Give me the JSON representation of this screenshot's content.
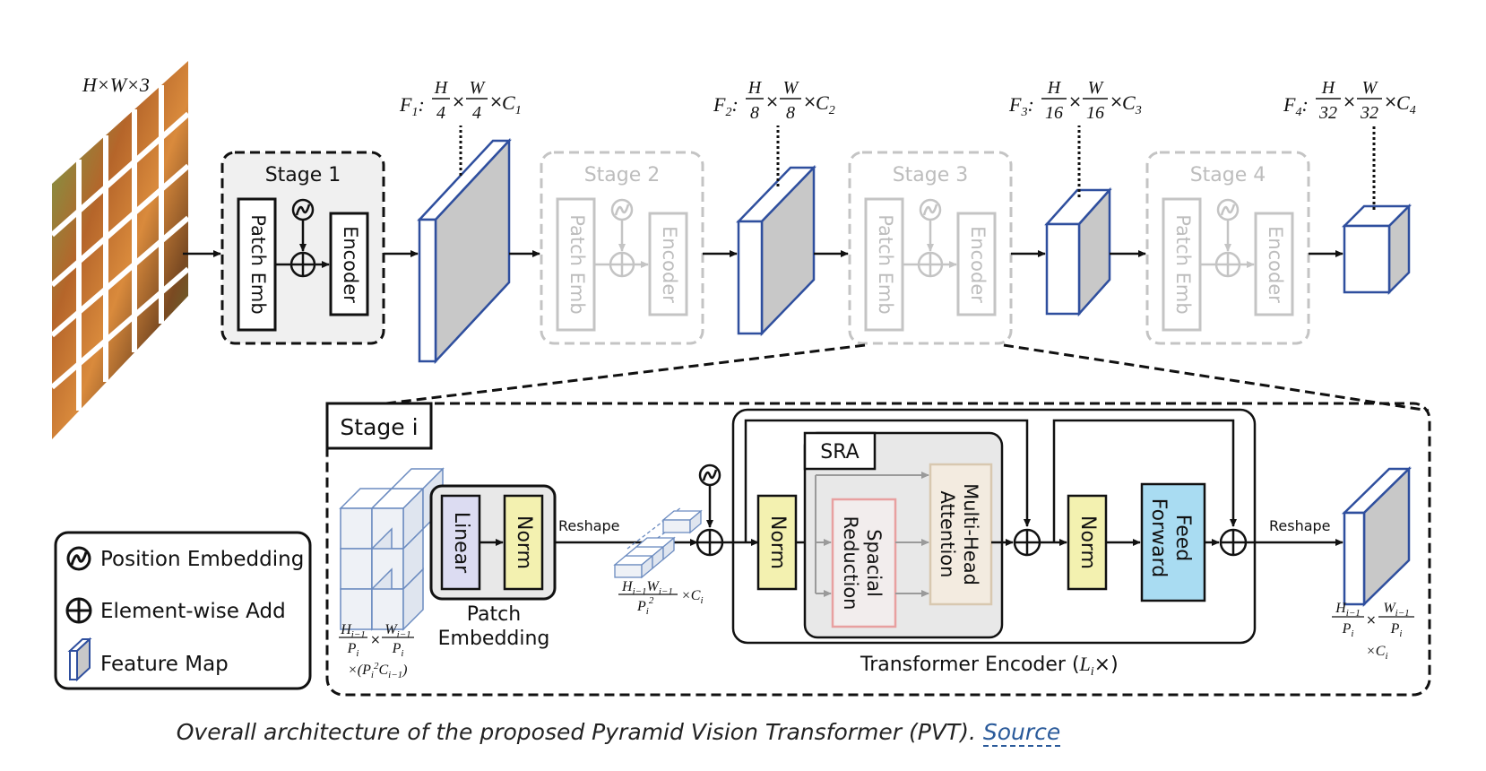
{
  "input": {
    "label": "H×W×3"
  },
  "stages": {
    "s1": {
      "title": "Stage 1",
      "patch": "Patch Emb",
      "encoder": "Encoder"
    },
    "s2": {
      "title": "Stage 2",
      "patch": "Patch Emb",
      "encoder": "Encoder"
    },
    "s3": {
      "title": "Stage 3",
      "patch": "Patch Emb",
      "encoder": "Encoder"
    },
    "s4": {
      "title": "Stage 4",
      "patch": "Patch Emb",
      "encoder": "Encoder"
    }
  },
  "features": {
    "f1": {
      "name": "F",
      "sub": "1",
      "h": "H",
      "hd": "4",
      "w": "W",
      "wd": "4",
      "c": "C",
      "cs": "1"
    },
    "f2": {
      "name": "F",
      "sub": "2",
      "h": "H",
      "hd": "8",
      "w": "W",
      "wd": "8",
      "c": "C",
      "cs": "2"
    },
    "f3": {
      "name": "F",
      "sub": "3",
      "h": "H",
      "hd": "16",
      "w": "W",
      "wd": "16",
      "c": "C",
      "cs": "3"
    },
    "f4": {
      "name": "F",
      "sub": "4",
      "h": "H",
      "hd": "32",
      "w": "W",
      "wd": "32",
      "c": "C",
      "cs": "4"
    }
  },
  "detail": {
    "title": "Stage i",
    "linear": "Linear",
    "norm": "Norm",
    "patch_embedding": [
      "Patch",
      "Embedding"
    ],
    "reshape": "Reshape",
    "sra": "SRA",
    "spatial_reduction": [
      "Spacial",
      "Reduction"
    ],
    "mha": [
      "Multi-Head",
      "Attention"
    ],
    "norm2": "Norm",
    "norm3": "Norm",
    "feed_forward": [
      "Feed",
      "Forward"
    ],
    "reshape2": "Reshape",
    "transformer_encoder": "Transformer Encoder (",
    "transformer_encoder_l": "L",
    "transformer_encoder_i": "i",
    "transformer_encoder_end": "×)",
    "input_dim": {
      "h": "H",
      "hs": "i−1",
      "p": "P",
      "ps": "i",
      "w": "W",
      "ws": "i−1",
      "extra": "×(P",
      "extra_s": "i",
      "extra2": "C",
      "extra2_s": "i−1",
      "extra_end": ")"
    },
    "token_dim": {
      "hw": "H",
      "hws": "i−1",
      "w": "W",
      "ws": "i−1",
      "p": "P",
      "ps": "i",
      "c": "×C",
      "cs": "i"
    },
    "output_dim": {
      "h": "H",
      "hs": "i−1",
      "p": "P",
      "ps": "i",
      "w": "W",
      "ws": "i−1",
      "c": "×C",
      "cs": "i"
    }
  },
  "legend": {
    "position": "Position Embedding",
    "add": "Element-wise Add",
    "feature": "Feature Map"
  },
  "caption": {
    "text": "Overall architecture of the proposed Pyramid Vision Transformer (PVT). ",
    "link": "Source"
  },
  "colors": {
    "feature_edge": "#2f4f9e",
    "feature_side": "#c8c8c8",
    "linear_fill": "#dcdcf2",
    "norm_fill": "#f3f1b0",
    "ff_fill": "#a9dcf2",
    "sr_edge": "#e8a0a0",
    "mha_fill": "#f3ebe0",
    "faded": "#c4c4c4"
  }
}
